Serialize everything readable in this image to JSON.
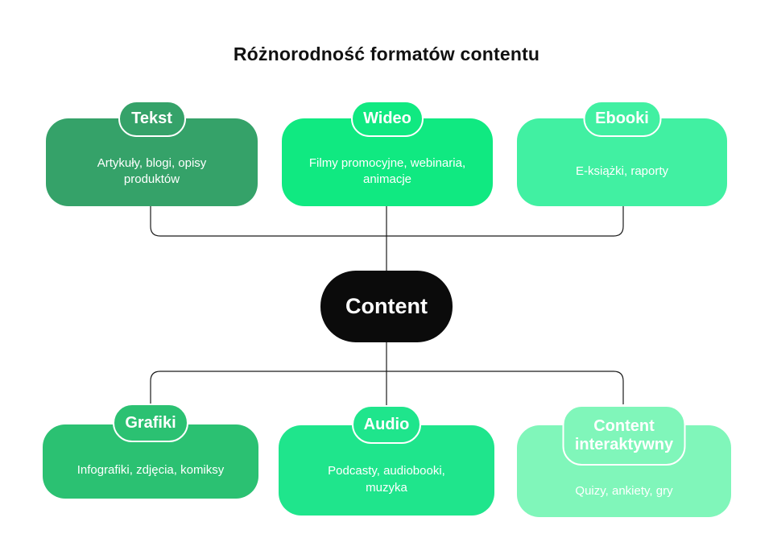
{
  "title": "Różnorodność formatów contentu",
  "center": {
    "label": "Content"
  },
  "nodes": [
    {
      "id": "tekst",
      "label": "Tekst",
      "description": "Artykuły, blogi, opisy produktów",
      "color": "#35a269"
    },
    {
      "id": "wideo",
      "label": "Wideo",
      "description": "Filmy promocyjne, webinaria, animacje",
      "color": "#10e981"
    },
    {
      "id": "ebooki",
      "label": "Ebooki",
      "description": "E-książki, raporty",
      "color": "#41f0a2"
    },
    {
      "id": "grafiki",
      "label": "Grafiki",
      "description": "Infografiki, zdjęcia, komiksy",
      "color": "#2bc172"
    },
    {
      "id": "audio",
      "label": "Audio",
      "description": "Podcasty, audiobooki, muzyka",
      "color": "#1fe58c"
    },
    {
      "id": "content-interaktywny",
      "label": "Content interaktywny",
      "description": "Quizy, ankiety, gry",
      "color": "#80f6ba"
    }
  ],
  "colors": {
    "background": "#ffffff",
    "connector": "#1b1b1b",
    "center_node": "#0b0b0b",
    "node_text": "#ffffff",
    "title_text": "#111111"
  }
}
